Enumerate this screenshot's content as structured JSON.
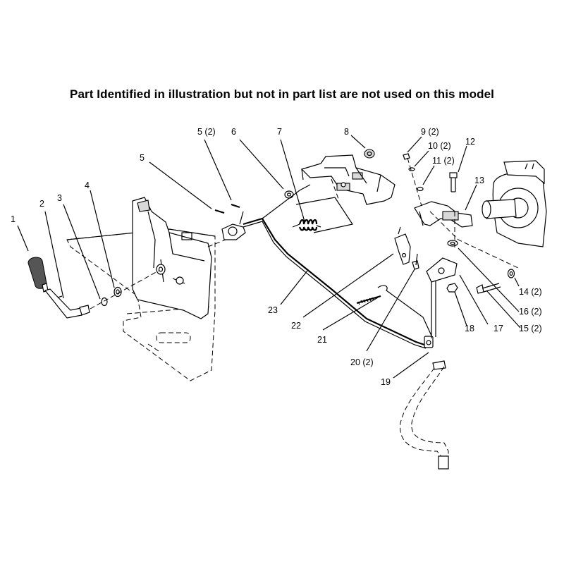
{
  "note": "Part Identified in illustration but not in part list are not used on this model",
  "callouts": [
    {
      "id": "c1",
      "text": "1"
    },
    {
      "id": "c2",
      "text": "2"
    },
    {
      "id": "c3",
      "text": "3"
    },
    {
      "id": "c4",
      "text": "4"
    },
    {
      "id": "c5",
      "text": "5"
    },
    {
      "id": "c5b",
      "text": "5 (2)"
    },
    {
      "id": "c6",
      "text": "6"
    },
    {
      "id": "c7",
      "text": "7"
    },
    {
      "id": "c8",
      "text": "8"
    },
    {
      "id": "c9",
      "text": "9 (2)"
    },
    {
      "id": "c10",
      "text": "10 (2)"
    },
    {
      "id": "c11",
      "text": "11 (2)"
    },
    {
      "id": "c12",
      "text": "12"
    },
    {
      "id": "c13",
      "text": "13"
    },
    {
      "id": "c14",
      "text": "14 (2)"
    },
    {
      "id": "c15",
      "text": "15 (2)"
    },
    {
      "id": "c16",
      "text": "16 (2)"
    },
    {
      "id": "c17",
      "text": "17"
    },
    {
      "id": "c18",
      "text": "18"
    },
    {
      "id": "c19",
      "text": "19"
    },
    {
      "id": "c20",
      "text": "20 (2)"
    },
    {
      "id": "c21",
      "text": "21"
    },
    {
      "id": "c22",
      "text": "22"
    },
    {
      "id": "c23",
      "text": "23"
    }
  ]
}
